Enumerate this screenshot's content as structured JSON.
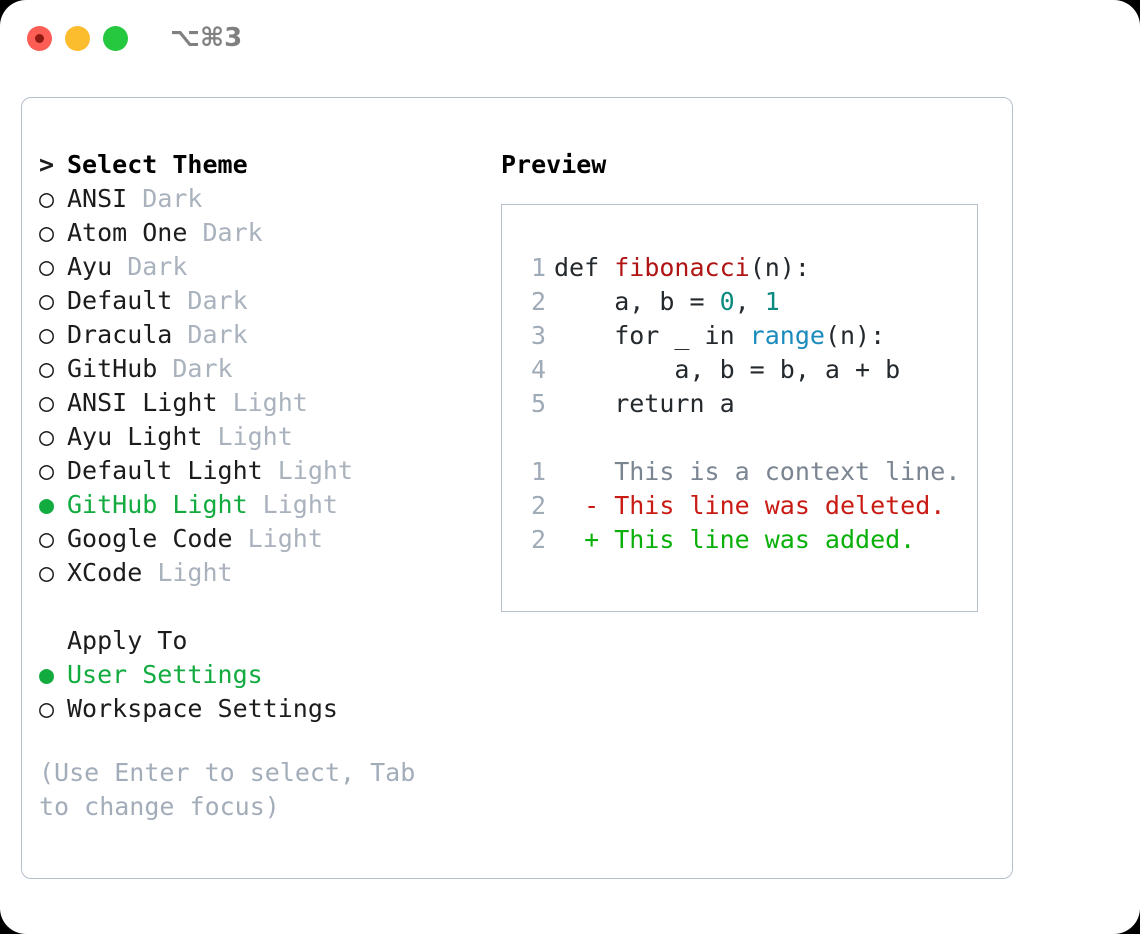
{
  "titlebar": {
    "shortcut": "⌥⌘3",
    "lights": [
      "close-light",
      "minimize-light",
      "zoom-light"
    ]
  },
  "theme_list": {
    "header_prompt": ">",
    "header": "Select Theme",
    "bullet_unselected": "○",
    "bullet_selected": "●",
    "items": [
      {
        "name": "ANSI",
        "tag": "Dark",
        "selected": false
      },
      {
        "name": "Atom One",
        "tag": "Dark",
        "selected": false
      },
      {
        "name": "Ayu",
        "tag": "Dark",
        "selected": false
      },
      {
        "name": "Default",
        "tag": "Dark",
        "selected": false
      },
      {
        "name": "Dracula",
        "tag": "Dark",
        "selected": false
      },
      {
        "name": "GitHub",
        "tag": "Dark",
        "selected": false
      },
      {
        "name": "ANSI Light",
        "tag": "Light",
        "selected": false
      },
      {
        "name": "Ayu Light",
        "tag": "Light",
        "selected": false
      },
      {
        "name": "Default Light",
        "tag": "Light",
        "selected": false
      },
      {
        "name": "GitHub Light",
        "tag": "Light",
        "selected": true
      },
      {
        "name": "Google Code",
        "tag": "Light",
        "selected": false
      },
      {
        "name": "XCode",
        "tag": "Light",
        "selected": false
      }
    ]
  },
  "apply_to": {
    "header": "Apply To",
    "options": [
      {
        "name": "User Settings",
        "selected": true
      },
      {
        "name": "Workspace Settings",
        "selected": false
      }
    ]
  },
  "hint": "(Use Enter to select, Tab to change focus)",
  "preview": {
    "title": "Preview",
    "code_lines": [
      {
        "no": "1",
        "segments": [
          {
            "text": "def ",
            "kind": "plain"
          },
          {
            "text": "fibonacci",
            "kind": "fn"
          },
          {
            "text": "(n):",
            "kind": "plain"
          }
        ]
      },
      {
        "no": "2",
        "segments": [
          {
            "text": "    a, b = ",
            "kind": "plain"
          },
          {
            "text": "0",
            "kind": "num"
          },
          {
            "text": ", ",
            "kind": "plain"
          },
          {
            "text": "1",
            "kind": "num"
          }
        ]
      },
      {
        "no": "3",
        "segments": [
          {
            "text": "    for _ in ",
            "kind": "plain"
          },
          {
            "text": "range",
            "kind": "call"
          },
          {
            "text": "(n):",
            "kind": "plain"
          }
        ]
      },
      {
        "no": "4",
        "segments": [
          {
            "text": "        a, b = b, a + b",
            "kind": "plain"
          }
        ]
      },
      {
        "no": "5",
        "segments": [
          {
            "text": "    return a",
            "kind": "plain"
          }
        ]
      }
    ],
    "diff_lines": [
      {
        "no": "1",
        "marker": " ",
        "text": "This is a context line.",
        "kind": "context"
      },
      {
        "no": "2",
        "marker": "-",
        "text": "This line was deleted.",
        "kind": "del"
      },
      {
        "no": "2",
        "marker": "+",
        "text": "This line was added.",
        "kind": "add"
      }
    ]
  },
  "colors": {
    "accent_green": "#12ab3f",
    "muted_gray": "#a9b2bd",
    "border": "#b6bfcc",
    "fn_red": "#b01414",
    "num_teal": "#0d8a80",
    "call_blue": "#1b8bbd",
    "diff_add": "#08b009",
    "diff_del": "#c81b14"
  }
}
